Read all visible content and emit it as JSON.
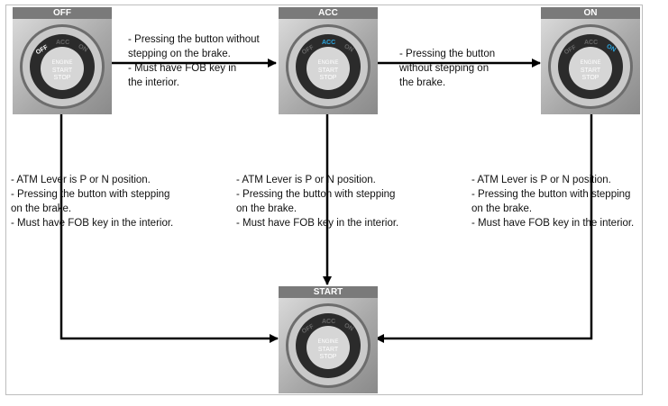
{
  "states": {
    "off": {
      "title": "OFF"
    },
    "acc": {
      "title": "ACC"
    },
    "on": {
      "title": "ON"
    },
    "start": {
      "title": "START"
    }
  },
  "button_face": {
    "line1": "ENGINE",
    "line2": "START",
    "line3": "STOP"
  },
  "ring_labels": {
    "off": "OFF",
    "acc": "ACC",
    "on": "ON"
  },
  "transitions": {
    "off_to_acc": [
      "- Pressing the button without",
      "stepping on the brake.",
      "- Must have FOB key in",
      "the interior."
    ],
    "acc_to_on": [
      "- Pressing the button",
      "without stepping on",
      "the brake."
    ],
    "off_to_start": [
      "- ATM Lever is P or N position.",
      "- Pressing the button with stepping",
      "on the brake.",
      "- Must have FOB key in the interior."
    ],
    "acc_to_start": [
      "- ATM Lever is P or N position.",
      "- Pressing the button with stepping",
      "on the brake.",
      "- Must have FOB key in the interior."
    ],
    "on_to_start": [
      "- ATM Lever is P or N position.",
      "- Pressing the button with stepping",
      "on the brake.",
      "- Must have FOB key in the interior."
    ]
  },
  "colors": {
    "highlight": "#2aa6e0",
    "arrow": "#000000",
    "header": "#7a7a7a"
  }
}
